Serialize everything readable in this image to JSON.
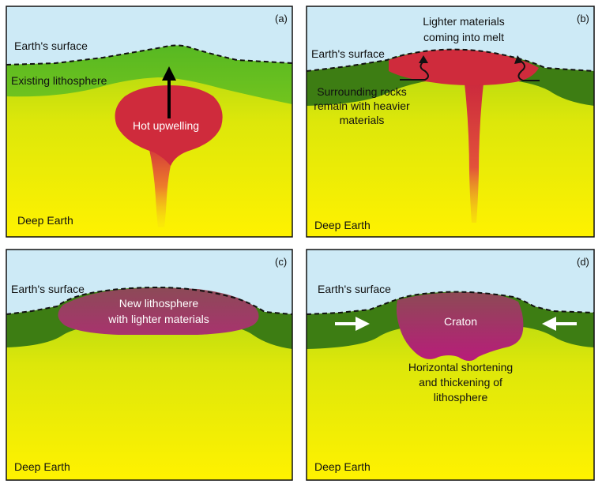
{
  "colors": {
    "sky": "#cdeaf6",
    "lithosphere_light": "#5cbf1e",
    "lithosphere_dark": "#3b7a12",
    "deep_top": "#a6cf16",
    "deep_bottom": "#fff200",
    "upwelling": "#cf2b3c",
    "upwelling_tail": "#f07a2a",
    "new_lithosphere": "#9a3a5f",
    "craton_top": "#8f3a5a",
    "craton_bottom": "#b51e78"
  },
  "panels": {
    "a": {
      "tag": "(a)",
      "surface": "Earth's surface",
      "lithosphere": "Existing lithosphere",
      "upwelling": "Hot upwelling",
      "deep": "Deep Earth"
    },
    "b": {
      "tag": "(b)",
      "surface": "Earth's surface",
      "lighter_line1": "Lighter materials",
      "lighter_line2": "coming into melt",
      "rocks_line1": "Surrounding rocks",
      "rocks_line2": "remain with heavier",
      "rocks_line3": "materials",
      "deep": "Deep Earth"
    },
    "c": {
      "tag": "(c)",
      "surface": "Earth's surface",
      "new_line1": "New lithosphere",
      "new_line2": "with lighter materials",
      "deep": "Deep Earth"
    },
    "d": {
      "tag": "(d)",
      "surface": "Earth's surface",
      "craton": "Craton",
      "short_line1": "Horizontal shortening",
      "short_line2": "and thickening of",
      "short_line3": "lithosphere",
      "deep": "Deep Earth"
    }
  }
}
